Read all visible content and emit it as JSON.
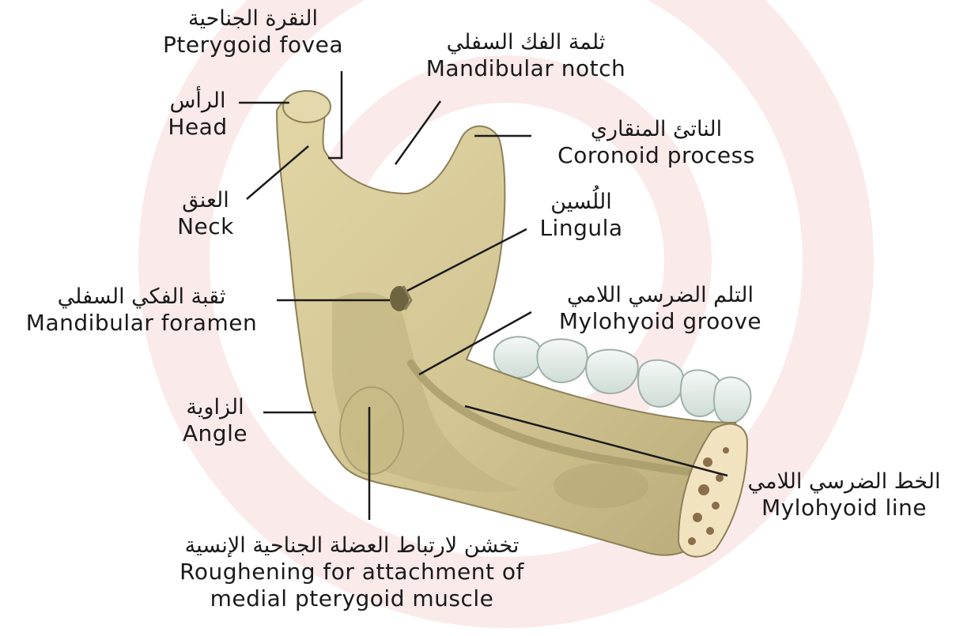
{
  "labels": {
    "pterygoid_fovea": {
      "ar": "النقرة الجناحية",
      "en": "Pterygoid fovea"
    },
    "head": {
      "ar": "الرأس",
      "en": "Head"
    },
    "neck": {
      "ar": "العنق",
      "en": "Neck"
    },
    "mandibular_foramen": {
      "ar": "ثقبة الفكي السفلي",
      "en": "Mandibular foramen"
    },
    "angle": {
      "ar": "الزاوية",
      "en": "Angle"
    },
    "roughening": {
      "ar": "تخشن لارتباط العضلة الجناحية الإنسية",
      "en": "Roughening for attachment of",
      "en2": "medial pterygoid muscle"
    },
    "mandibular_notch": {
      "ar": "ثلمة الفك السفلي",
      "en": "Mandibular notch"
    },
    "coronoid_process": {
      "ar": "الناتئ المنقاري",
      "en": "Coronoid process"
    },
    "lingula": {
      "ar": "اللُسين",
      "en": "Lingula"
    },
    "mylohyoid_groove": {
      "ar": "التلم الضرسي اللامي",
      "en": "Mylohyoid groove"
    },
    "mylohyoid_line": {
      "ar": "الخط الضرسي اللامي",
      "en": "Mylohyoid line"
    }
  },
  "colors": {
    "bone": "#d7cb9a",
    "bone_shadow": "#b5a878",
    "bone_dark": "#9c8f62",
    "tooth": "#e6efe9",
    "leader": "#1a1a1a",
    "watermark": "#fbeaea"
  }
}
